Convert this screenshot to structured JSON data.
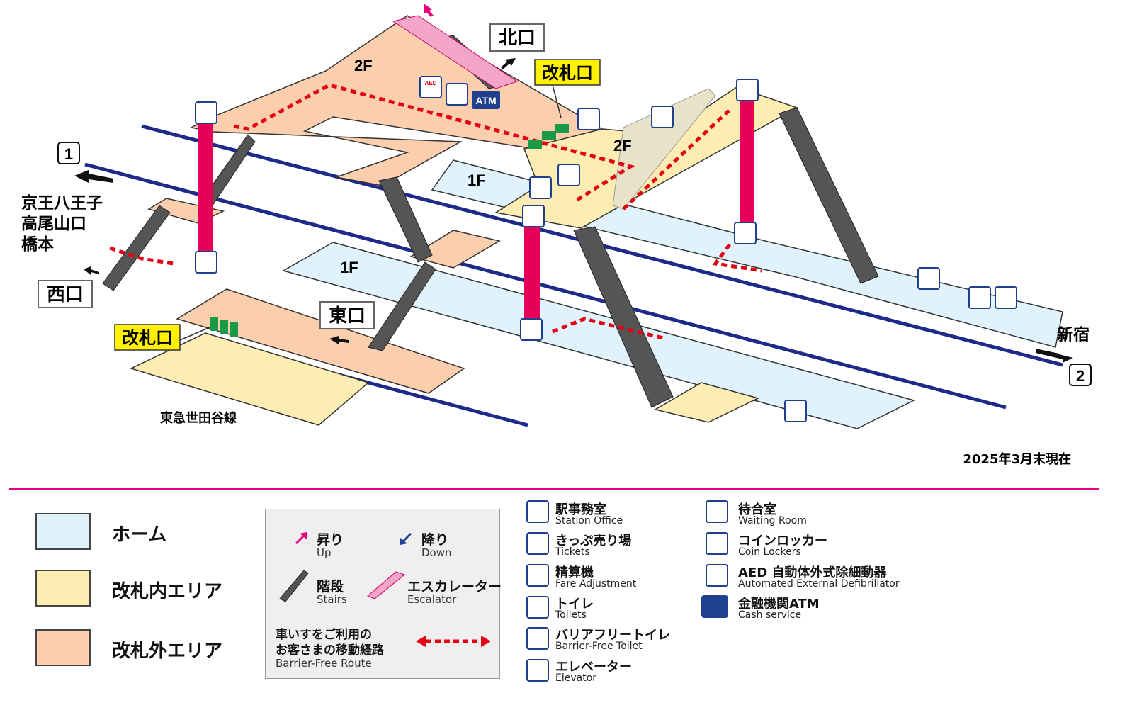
{
  "map": {
    "floor_2f": "2F",
    "floor_1f_upper": "1F",
    "floor_1f_lower": "1F",
    "north_exit": "北口",
    "west_exit": "西口",
    "east_exit": "東口",
    "ticket_gate_north": "改札口",
    "ticket_gate_south": "改札口",
    "platform_1": "1",
    "platform_2": "2",
    "direction_west": [
      "京王八王子",
      "高尾山口",
      "橋本"
    ],
    "direction_east": "新宿",
    "tokyu_line": "東急世田谷線",
    "as_of": "2025年3月末現在",
    "atm_label": "ATM",
    "aed_label": "AED"
  },
  "legend_areas": [
    {
      "label": "ホーム",
      "color": "#e0f3fc"
    },
    {
      "label": "改札内エリア",
      "color": "#fdedb3"
    },
    {
      "label": "改札外エリア",
      "color": "#fbcfae"
    }
  ],
  "legend_symbols": {
    "up": {
      "ja": "昇り",
      "en": "Up"
    },
    "down": {
      "ja": "降り",
      "en": "Down"
    },
    "stairs": {
      "ja": "階段",
      "en": "Stairs"
    },
    "escalator": {
      "ja": "エスカレーター",
      "en": "Escalator"
    },
    "route": {
      "ja_line1": "車いすをご利用の",
      "ja_line2": "お客さまの移動経路",
      "en": "Barrier-Free Route"
    }
  },
  "facilities_col1": [
    {
      "icon": "station-office-icon",
      "ja": "駅事務室",
      "en": "Station Office"
    },
    {
      "icon": "tickets-icon",
      "ja": "きっぷ売り場",
      "en": "Tickets"
    },
    {
      "icon": "fare-adjustment-icon",
      "ja": "精算機",
      "en": "Fare Adjustment"
    },
    {
      "icon": "toilets-icon",
      "ja": "トイレ",
      "en": "Toilets"
    },
    {
      "icon": "barrier-free-toilet-icon",
      "ja": "バリアフリートイレ",
      "en": "Barrier-Free Toilet"
    },
    {
      "icon": "elevator-icon",
      "ja": "エレベーター",
      "en": "Elevator"
    }
  ],
  "facilities_col2": [
    {
      "icon": "waiting-room-icon",
      "ja": "待合室",
      "en": "Waiting Room"
    },
    {
      "icon": "coin-lockers-icon",
      "ja": "コインロッカー",
      "en": "Coin Lockers"
    },
    {
      "icon": "aed-icon",
      "ja": "AED 自動体外式除細動器",
      "en": "Automated External Defibrillator"
    },
    {
      "icon": "atm-icon",
      "ja": "金融機関ATM",
      "en": "Cash service"
    }
  ],
  "colors": {
    "platform": "#e0f3fc",
    "paid_area": "#fdedb3",
    "unpaid_area": "#fbcfae",
    "track": "#1e2a8a",
    "route": "#e60012",
    "accent_pink": "#e6007e",
    "icon_blue": "#1f3f8f"
  }
}
